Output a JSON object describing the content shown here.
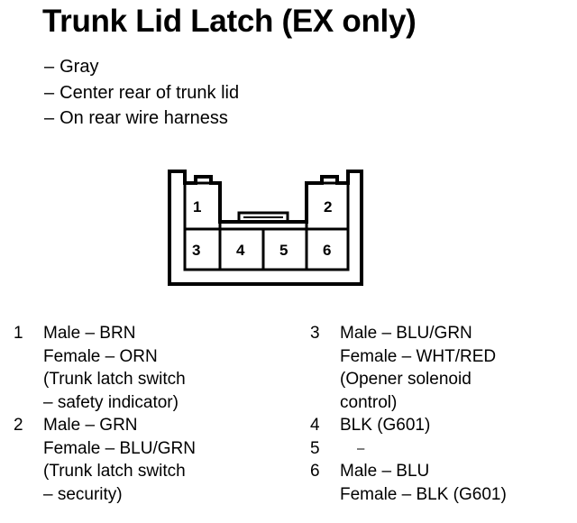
{
  "title": "Trunk Lid Latch (EX only)",
  "notes": [
    "Gray",
    "Center rear of trunk lid",
    "On rear wire harness"
  ],
  "note_dash": "–",
  "connector": {
    "pins": [
      "1",
      "2",
      "3",
      "4",
      "5",
      "6"
    ]
  },
  "legend": {
    "left": [
      {
        "num": "1",
        "lines": [
          "Male – BRN",
          "Female – ORN",
          "(Trunk latch switch",
          "– safety indicator)"
        ]
      },
      {
        "num": "2",
        "lines": [
          "Male – GRN",
          "Female – BLU/GRN",
          "(Trunk latch switch",
          "– security)"
        ]
      }
    ],
    "right": [
      {
        "num": "3",
        "lines": [
          "Male – BLU/GRN",
          "Female – WHT/RED",
          "(Opener solenoid",
          "control)"
        ]
      },
      {
        "num": "4",
        "lines": [
          "BLK (G601)"
        ]
      },
      {
        "num": "5",
        "lines": [
          "–"
        ]
      },
      {
        "num": "6",
        "lines": [
          "Male – BLU",
          "Female – BLK (G601)"
        ]
      }
    ]
  }
}
